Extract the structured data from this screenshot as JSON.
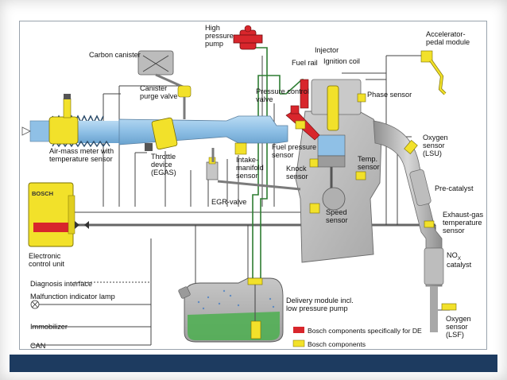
{
  "colors": {
    "bosch_de": "#d8262c",
    "bosch": "#f2e12a",
    "air_intake": "#8fc0e6",
    "engine": "#b8b8b8",
    "fuel_level": "#4caf50",
    "frame_band": "#1d3b60"
  },
  "ecu": {
    "brand": "BOSCH"
  },
  "labels": {
    "high_pressure_pump": [
      "High",
      "pressure",
      "pump"
    ],
    "carbon_canister": "Carbon canister",
    "fuel_rail": "Fuel rail",
    "injector": "Injector",
    "ignition_coil": "Ignition coil",
    "accelerator_pedal": [
      "Accelerator-",
      "pedal module"
    ],
    "pressure_control_valve": [
      "Pressure control",
      "valve"
    ],
    "canister_purge_valve": [
      "Canister",
      "purge valve"
    ],
    "phase_sensor": "Phase sensor",
    "air_mass_meter": [
      "Air-mass meter with",
      "temperature sensor"
    ],
    "throttle_device": [
      "Throttle",
      "device",
      "(EGAS)"
    ],
    "fuel_pressure_sensor": [
      "Fuel pressure",
      "sensor"
    ],
    "oxygen_sensor_lsu": [
      "Oxygen",
      "sensor",
      "(LSU)"
    ],
    "intake_manifold_sensor": [
      "Intake-",
      "manifold",
      "sensor"
    ],
    "knock_sensor": [
      "Knock",
      "sensor"
    ],
    "temp_sensor": [
      "Temp.",
      "sensor"
    ],
    "egr_valve": "EGR-valve",
    "pre_catalyst": "Pre-catalyst",
    "speed_sensor": [
      "Speed",
      "sensor"
    ],
    "exhaust_gas_temp_sensor": [
      "Exhaust-gas",
      "temperature",
      "sensor"
    ],
    "electronic_control_unit": [
      "Electronic",
      "control unit"
    ],
    "nox_catalyst_main": "NO",
    "nox_catalyst_sub": "X",
    "nox_catalyst_rest": "catalyst",
    "diagnosis_interface": "Diagnosis interface",
    "malfunction_indicator_lamp": "Malfunction indicator lamp",
    "immobilizer": "Immobilizer",
    "can": "CAN",
    "delivery_module": [
      "Delivery module incl.",
      "low pressure pump"
    ],
    "oxygen_sensor_lsf": [
      "Oxygen",
      "sensor",
      "(LSF)"
    ]
  },
  "legend": [
    {
      "label": "Bosch components specifically for DE",
      "color": "#d8262c"
    },
    {
      "label": "Bosch components",
      "color": "#f2e12a"
    }
  ]
}
